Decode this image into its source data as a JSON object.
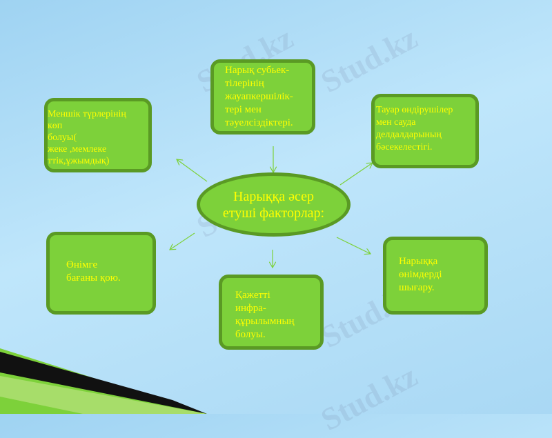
{
  "center": {
    "label": "Нарыққа әсер\nетуші факторлар:"
  },
  "factors": [
    {
      "label": "Нарық субьек-\nтілерінің\nжауапкершілік-\nтері мен\nтәуелсіздіктері."
    },
    {
      "label": "Меншік түрлерінің\nкөп\nболуы(\nжеке ,мемлеке\nттік,ұжымдық)"
    },
    {
      "label": "Тауар өндірушілер\nмен сауда\nделдалдарының\nбәсекелестігі."
    },
    {
      "label": "Өнімге\nбағаны қою."
    },
    {
      "label": "Қажетті\nинфра-\nқұрылымның\nболуы."
    },
    {
      "label": "Нарыққа\nөнімдерді\nшығару."
    }
  ],
  "watermark": "Stud.kz",
  "colors": {
    "box_fill": "#7dd13a",
    "box_border": "#5a9a24",
    "text": "#ffff00",
    "arrow": "#7dd13a"
  }
}
